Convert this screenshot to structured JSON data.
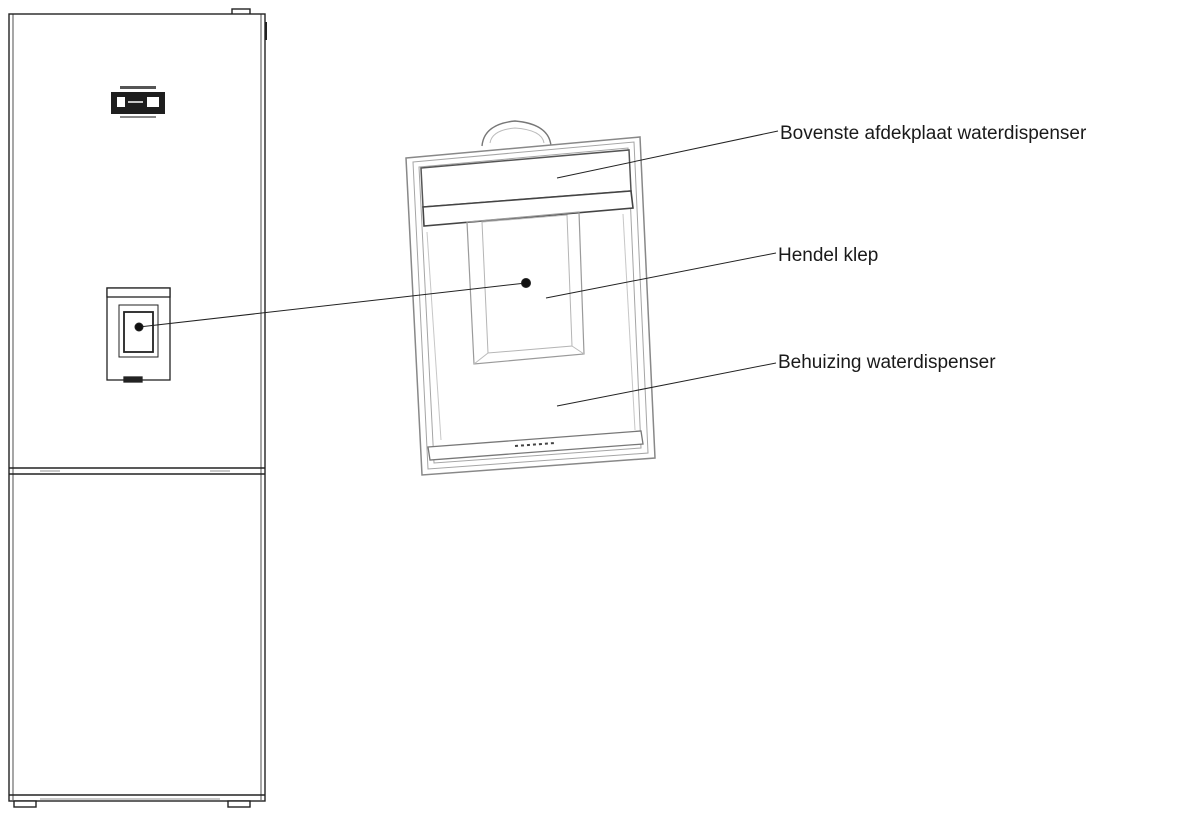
{
  "labels": {
    "top_cover": "Bovenste afdekplaat waterdispenser",
    "lever": "Hendel klep",
    "housing": "Behuizing waterdispenser"
  },
  "colors": {
    "line": "#222222",
    "light_line": "#9a9a9a",
    "panel_dark": "#1e1e1e",
    "background": "#ffffff"
  }
}
